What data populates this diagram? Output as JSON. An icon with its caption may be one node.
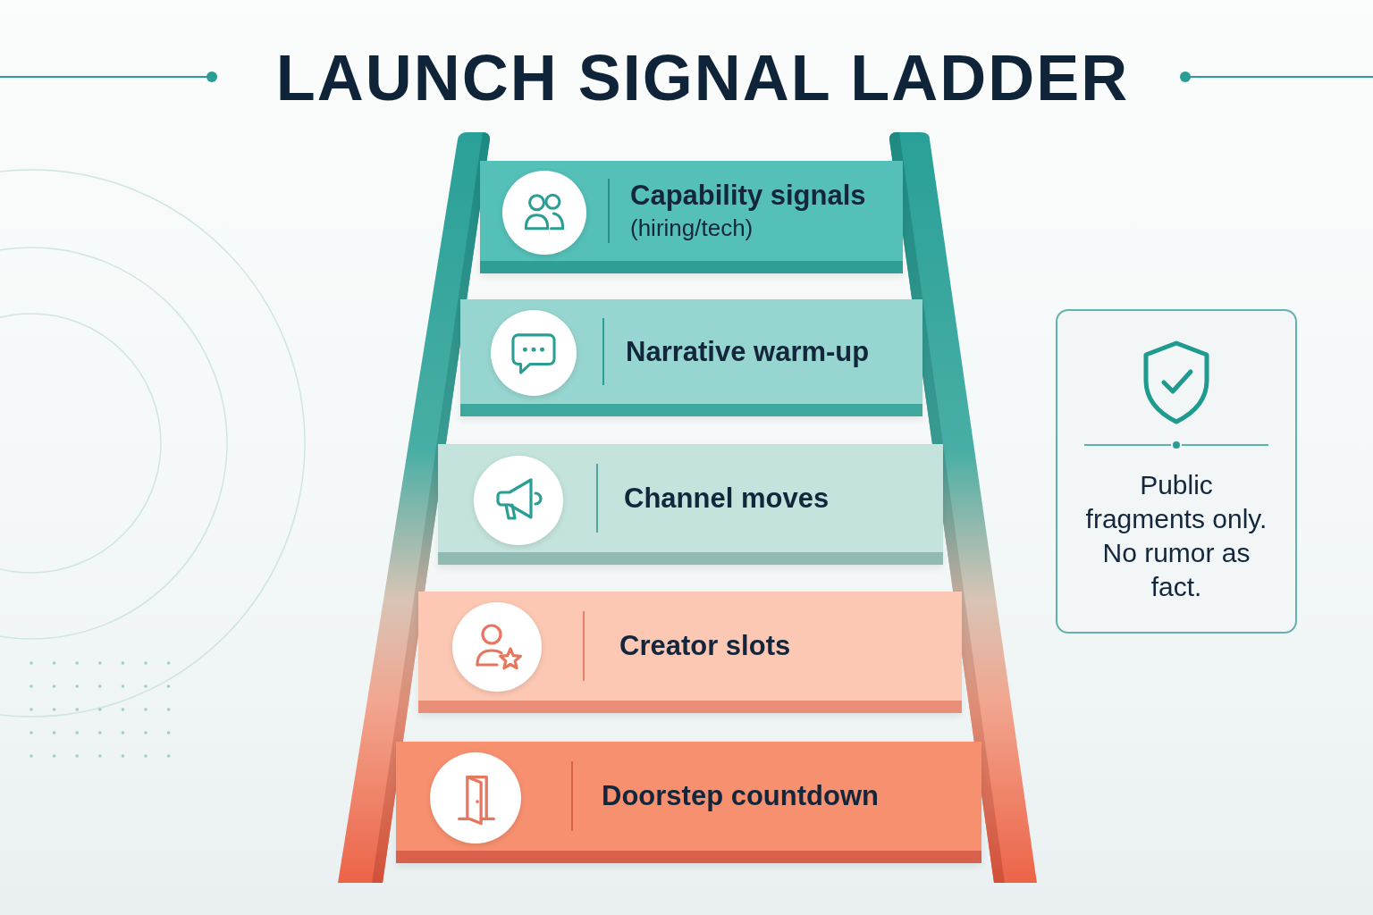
{
  "diagram": {
    "title": "LAUNCH SIGNAL LADDER",
    "nodes": [
      {
        "text": [
          "Capability signals",
          "(hiring/tech)"
        ]
      },
      {
        "text": [
          "Narrative warm-up"
        ]
      },
      {
        "text": [
          "Channel moves"
        ]
      },
      {
        "text": [
          "Creator slots"
        ]
      },
      {
        "text": [
          "Doorstep countdown"
        ]
      },
      {
        "text": [
          "Public fragments only. No rumor as fact."
        ]
      }
    ]
  }
}
